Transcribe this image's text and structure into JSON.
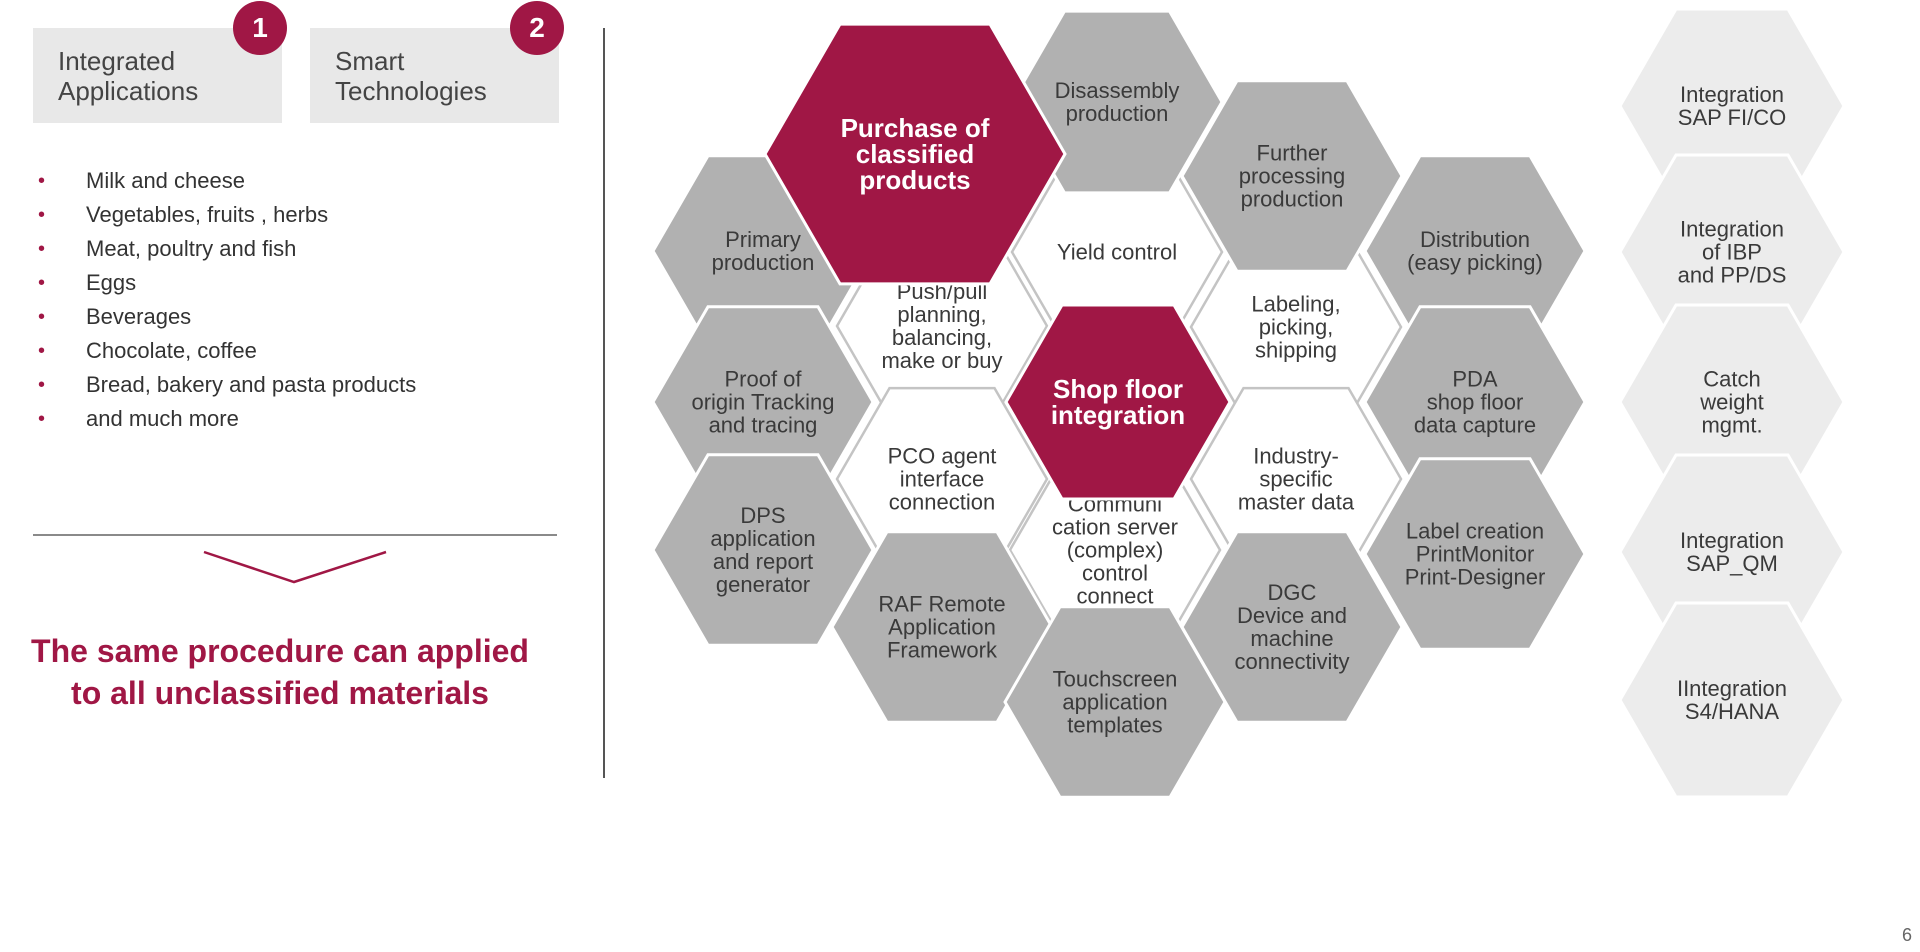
{
  "tabs": [
    {
      "label": "Integrated\nApplications",
      "badge": "1"
    },
    {
      "label": "Smart\nTechnologies",
      "badge": "2"
    }
  ],
  "bullets": [
    "Milk and cheese",
    "Vegetables, fruits , herbs",
    "Meat, poultry and fish",
    "Eggs",
    "Beverages",
    "Chocolate, coffee",
    "Bread, bakery and pasta products",
    "and much more"
  ],
  "conclusion": "The same procedure can applied to all unclassified materials",
  "colors": {
    "accent": "#a01745",
    "grey": "#b1b1b1",
    "light": "#ececec",
    "white": "#ffffff"
  },
  "hexagons": [
    {
      "name": "hex-purchase-classified",
      "style": "accent",
      "lines": [
        "Purchase of",
        "classified",
        "products"
      ]
    },
    {
      "name": "hex-disassembly",
      "style": "grey",
      "lines": [
        "Disassembly",
        "production"
      ]
    },
    {
      "name": "hex-further-processing",
      "style": "grey",
      "lines": [
        "Further",
        "processing",
        "production"
      ]
    },
    {
      "name": "hex-primary-production",
      "style": "grey",
      "lines": [
        "Primary",
        "production"
      ]
    },
    {
      "name": "hex-yield-control",
      "style": "white",
      "lines": [
        "Yield control"
      ]
    },
    {
      "name": "hex-distribution",
      "style": "grey",
      "lines": [
        "Distribution",
        "(easy picking)"
      ]
    },
    {
      "name": "hex-push-pull",
      "style": "white",
      "lines": [
        "Push/pull",
        "planning,",
        "balancing,",
        "make or buy"
      ]
    },
    {
      "name": "hex-labeling",
      "style": "white",
      "lines": [
        "Labeling,",
        "picking,",
        "shipping"
      ]
    },
    {
      "name": "hex-proof-origin",
      "style": "grey",
      "lines": [
        "Proof of",
        "origin Tracking",
        "and tracing"
      ]
    },
    {
      "name": "hex-shop-floor",
      "style": "accent",
      "lines": [
        "Shop floor",
        "integration"
      ]
    },
    {
      "name": "hex-pda",
      "style": "grey",
      "lines": [
        "PDA",
        "shop floor",
        "data capture"
      ]
    },
    {
      "name": "hex-pco-agent",
      "style": "white",
      "lines": [
        "PCO agent",
        "interface",
        "connection"
      ]
    },
    {
      "name": "hex-industry-master",
      "style": "white",
      "lines": [
        "Industry-",
        "specific",
        "master data"
      ]
    },
    {
      "name": "hex-dps",
      "style": "grey",
      "lines": [
        "DPS",
        "application",
        "and report",
        "generator"
      ]
    },
    {
      "name": "hex-communication-server",
      "style": "white",
      "lines": [
        "Communi",
        "cation server",
        "(complex)",
        "control",
        "connect"
      ]
    },
    {
      "name": "hex-label-creation",
      "style": "grey",
      "lines": [
        "Label creation",
        "PrintMonitor",
        "Print-Designer"
      ]
    },
    {
      "name": "hex-raf-remote",
      "style": "grey",
      "lines": [
        "RAF Remote",
        "Application",
        "Framework"
      ]
    },
    {
      "name": "hex-dgc",
      "style": "grey",
      "lines": [
        "DGC",
        "Device and",
        "machine",
        "connectivity"
      ]
    },
    {
      "name": "hex-touchscreen",
      "style": "grey",
      "lines": [
        "Touchscreen",
        "application",
        "templates"
      ]
    },
    {
      "name": "hex-sap-fico",
      "style": "light",
      "lines": [
        "Integration",
        "SAP FI/CO"
      ]
    },
    {
      "name": "hex-ibp",
      "style": "light",
      "lines": [
        "Integration",
        "of IBP",
        "and PP/DS"
      ]
    },
    {
      "name": "hex-catch-weight",
      "style": "light",
      "lines": [
        "Catch",
        "weight",
        "mgmt."
      ]
    },
    {
      "name": "hex-sap-qm",
      "style": "light",
      "lines": [
        "Integration",
        "SAP_QM"
      ]
    },
    {
      "name": "hex-s4hana",
      "style": "light",
      "lines": [
        "IIntegration",
        "S4/HANA"
      ]
    }
  ],
  "page_number": "6"
}
